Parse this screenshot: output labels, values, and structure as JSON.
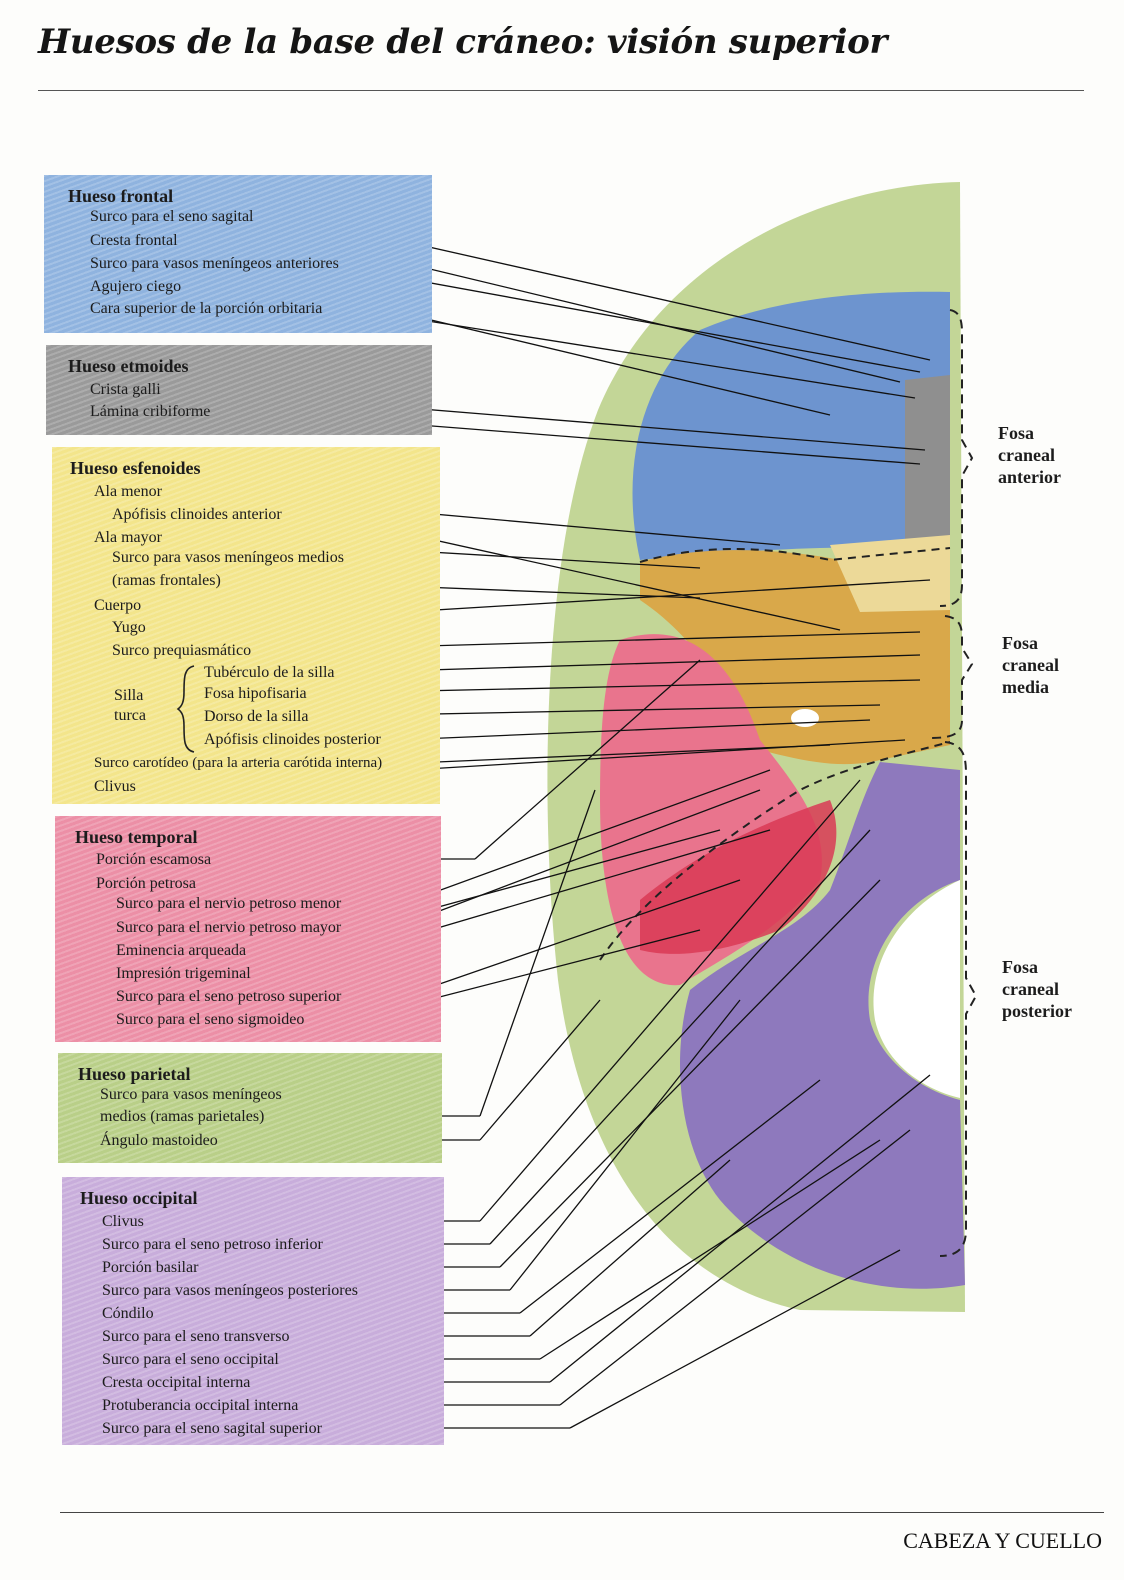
{
  "title": "Huesos de la base del cráneo: visión superior",
  "footer": "CABEZA Y CUELLO",
  "colors": {
    "frontal": "#8fb3df",
    "etmoides": "#9a9a9a",
    "esfenoides": "#f3e58b",
    "temporal": "#ec8fa6",
    "parietal": "#b9cf88",
    "occipital": "#c8addb",
    "frontal_bone": "#6d94cf",
    "sphenoid_bone": "#d9a84a",
    "temporal_bone": "#e9748d",
    "occipital_bone": "#8e79bd",
    "parietal_bone": "#bcd28c"
  },
  "groups": {
    "frontal": {
      "title": "Hueso frontal",
      "items": [
        "Surco para el seno sagital",
        "Cresta frontal",
        "Surco para vasos meníngeos anteriores",
        "Agujero ciego",
        "Cara superior de la porción orbitaria"
      ]
    },
    "etmoides": {
      "title": "Hueso etmoides",
      "items": [
        "Crista galli",
        "Lámina cribiforme"
      ]
    },
    "esfenoides": {
      "title": "Hueso esfenoides",
      "items": [
        "Ala menor",
        "Apófisis clinoides anterior",
        "Ala mayor",
        "Surco para vasos meníngeos medios",
        "(ramas frontales)",
        "Cuerpo",
        "Yugo",
        "Surco prequiasmático",
        "Tubérculo de la silla",
        "Fosa hipofisaria",
        "Dorso de la silla",
        "Apófisis clinoides posterior",
        "Surco carotídeo (para la arteria carótida interna)",
        "Clivus"
      ],
      "silla_turca": [
        "Silla",
        "turca"
      ]
    },
    "temporal": {
      "title": "Hueso temporal",
      "items": [
        "Porción escamosa",
        "Porción petrosa",
        "Surco para el nervio petroso menor",
        "Surco para el nervio petroso mayor",
        "Eminencia arqueada",
        "Impresión trigeminal",
        "Surco para el seno petroso superior",
        "Surco para el seno sigmoideo"
      ]
    },
    "parietal": {
      "title": "Hueso parietal",
      "items": [
        "Surco para vasos meníngeos",
        "medios (ramas parietales)",
        "Ángulo mastoideo"
      ]
    },
    "occipital": {
      "title": "Hueso occipital",
      "items": [
        "Clivus",
        "Surco para el seno petroso inferior",
        "Porción basilar",
        "Surco para vasos meníngeos posteriores",
        "Cóndilo",
        "Surco para el seno transverso",
        "Surco para el seno occipital",
        "Cresta occipital interna",
        "Protuberancia occipital interna",
        "Surco para el seno sagital superior"
      ]
    }
  },
  "fossae": {
    "anterior": [
      "Fosa",
      "craneal",
      "anterior"
    ],
    "media": [
      "Fosa",
      "craneal",
      "media"
    ],
    "posterior": [
      "Fosa",
      "craneal",
      "posterior"
    ]
  }
}
